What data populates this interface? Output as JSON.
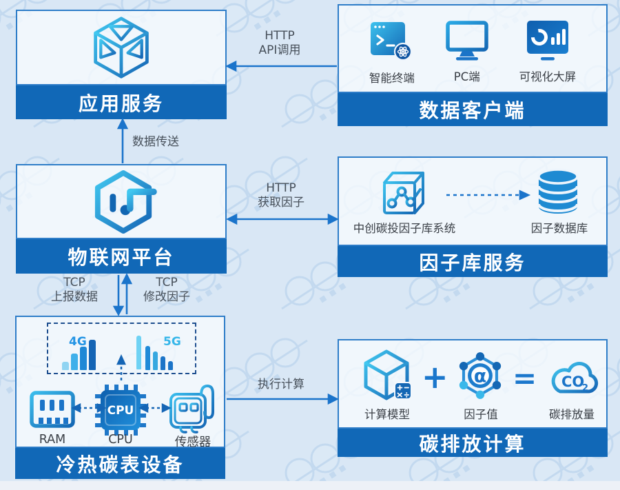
{
  "colors": {
    "primary_blue": "#1168b7",
    "accent_cyan": "#35b6e9",
    "arrow_blue": "#1b74cb",
    "panel_border": "#2e7dc8",
    "background": "#d9e7f5",
    "label_text": "#47505a"
  },
  "nodes": {
    "app_service": {
      "title": "应用服务"
    },
    "data_client": {
      "title": "数据客户端",
      "items": [
        {
          "label": "智能终端"
        },
        {
          "label": "PC端"
        },
        {
          "label": "可视化大屏"
        }
      ]
    },
    "iot_platform": {
      "title": "物联网平台"
    },
    "factor_service": {
      "title": "因子库服务",
      "system_label": "中创碳投因子库系统",
      "db_label": "因子数据库"
    },
    "device": {
      "title": "冷热碳表设备",
      "network_4g": "4G",
      "network_5g": "5G",
      "ram_label": "RAM",
      "cpu_label": "CPU",
      "cpu_chip_text": "CPU",
      "sensor_label": "传感器"
    },
    "carbon_calc": {
      "title": "碳排放计算",
      "model_label": "计算模型",
      "plus": "+",
      "factor_label": "因子值",
      "factor_symbol": "α",
      "equals": "=",
      "result_label": "碳排放量",
      "co2_main": "CO",
      "co2_sub": "2"
    }
  },
  "edges": {
    "api_call": {
      "line1": "HTTP",
      "line2": "API调用"
    },
    "data_transfer": {
      "label": "数据传送"
    },
    "get_factor": {
      "line1": "HTTP",
      "line2": "获取因子"
    },
    "tcp_report": {
      "line1": "TCP",
      "line2": "上报数据"
    },
    "tcp_modify": {
      "line1": "TCP",
      "line2": "修改因子"
    },
    "execute": {
      "label": "执行计算"
    }
  }
}
